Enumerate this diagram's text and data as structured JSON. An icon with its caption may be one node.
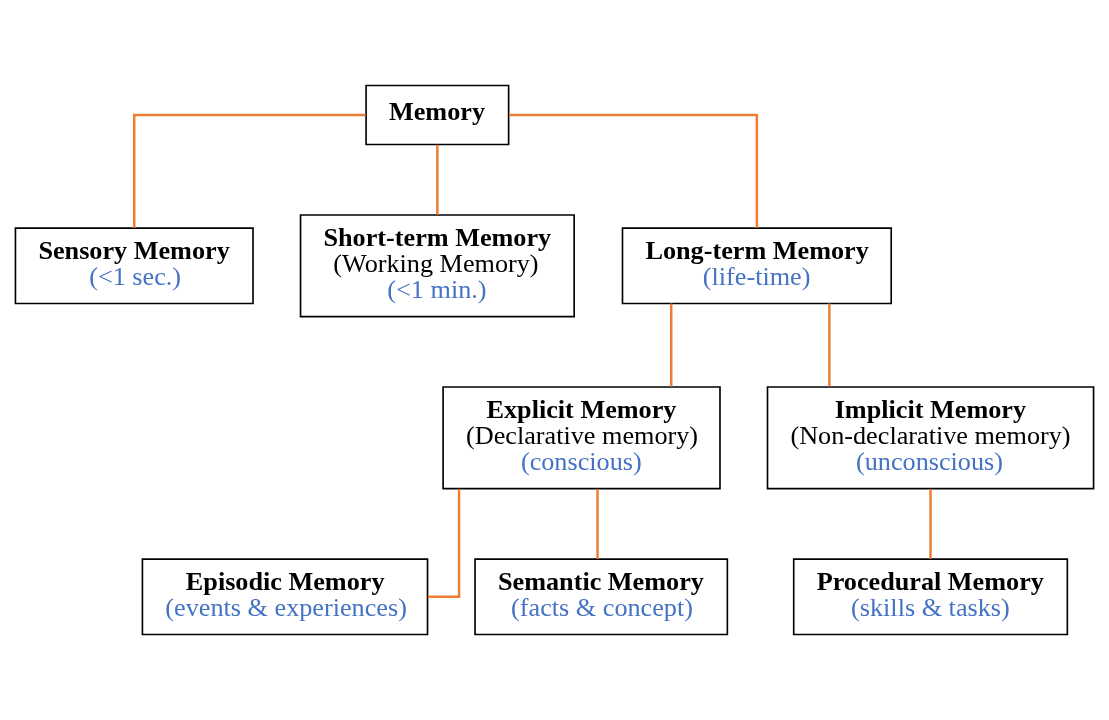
{
  "diagram": {
    "nodes": [
      {
        "text": [
          "Memory"
        ]
      },
      {
        "text": [
          "Sensory Memory",
          "(<1 sec.)"
        ]
      },
      {
        "text": [
          "Short-term Memory",
          "(Working Memory)",
          "(<1 min.)"
        ]
      },
      {
        "text": [
          "Long-term Memory",
          "(life-time)"
        ]
      },
      {
        "text": [
          "Explicit Memory",
          "(Declarative memory)",
          "(conscious)"
        ]
      },
      {
        "text": [
          "Implicit Memory",
          "(Non-declarative memory)",
          "(unconscious)"
        ]
      },
      {
        "text": [
          "Episodic Memory",
          "(events & experiences)"
        ]
      },
      {
        "text": [
          "Semantic Memory",
          "(facts & concept)"
        ]
      },
      {
        "text": [
          "Procedural Memory",
          "(skills & tasks)"
        ]
      }
    ],
    "edges": [
      {
        "from": 0,
        "to": 1,
        "arrow": "none"
      },
      {
        "from": 0,
        "to": 2,
        "arrow": "none"
      },
      {
        "from": 0,
        "to": 3,
        "arrow": "none"
      },
      {
        "from": 3,
        "to": 4,
        "arrow": "none"
      },
      {
        "from": 3,
        "to": 5,
        "arrow": "none"
      },
      {
        "from": 4,
        "to": 6,
        "arrow": "none"
      },
      {
        "from": 4,
        "to": 7,
        "arrow": "none"
      },
      {
        "from": 5,
        "to": 8,
        "arrow": "none"
      }
    ]
  }
}
